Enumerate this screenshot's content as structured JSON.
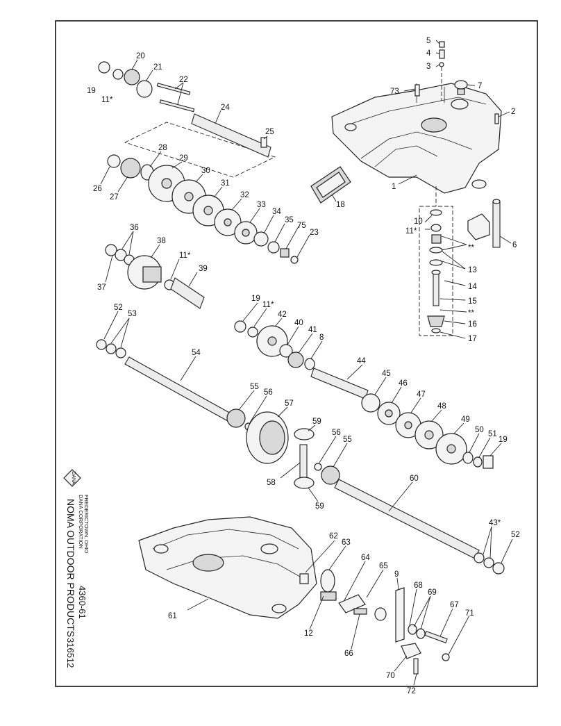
{
  "diagram": {
    "labels": {
      "n5": "5",
      "n4": "4",
      "n3": "3",
      "n7": "7",
      "n73": "73",
      "n2": "2",
      "n1": "1",
      "n20": "20",
      "n21": "21",
      "n19a": "19",
      "n11a": "11*",
      "n22": "22",
      "n24": "24",
      "n25": "25",
      "n28": "28",
      "n29": "29",
      "n26": "26",
      "n27": "27",
      "n30": "30",
      "n31": "31",
      "n32": "32",
      "n33": "33",
      "n34": "34",
      "n35": "35",
      "n75": "75",
      "n23": "23",
      "n18": "18",
      "n10": "10",
      "n11b": "11*",
      "n6": "6",
      "n13": "13",
      "n14": "14",
      "n15": "15",
      "n16": "16",
      "n17": "17",
      "dstar1": "**",
      "dstar2": "**",
      "n36": "36",
      "n38": "38",
      "n11c": "11*",
      "n37": "37",
      "n39": "39",
      "n19b": "19",
      "n11d": "11*",
      "n42": "42",
      "n40": "40",
      "n41": "41",
      "n8": "8",
      "n52a": "52",
      "n53": "53",
      "n54": "54",
      "n44": "44",
      "n45": "45",
      "n46": "46",
      "n47": "47",
      "n48": "48",
      "n49": "49",
      "n50": "50",
      "n51": "51",
      "n19c": "19",
      "n55a": "55",
      "n56a": "56",
      "n57": "57",
      "n59a": "59",
      "n56b": "56",
      "n55b": "55",
      "n58": "58",
      "n59b": "59",
      "n60": "60",
      "n43": "43*",
      "n52b": "52",
      "n62": "62",
      "n63": "63",
      "n64": "64",
      "n65": "65",
      "n9": "9",
      "n68": "68",
      "n69": "69",
      "n67": "67",
      "n71": "71",
      "n61": "61",
      "n12": "12",
      "n66": "66",
      "n70": "70",
      "n72": "72"
    },
    "side_text": {
      "company": "NOMA OUTDOOR PRODUCTS",
      "model": "4360-61",
      "part_no": "316512",
      "corp_line1": "DANA CORPORATION",
      "corp_line2": "FREDERICTOWN, OHIO",
      "logo": "DANA"
    }
  }
}
